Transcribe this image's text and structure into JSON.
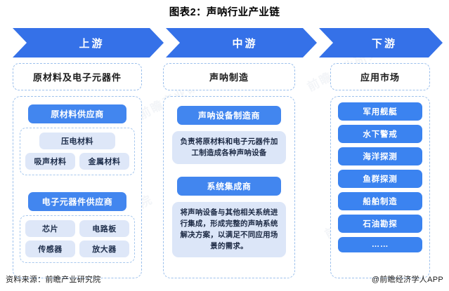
{
  "title": "图表2：声呐行业产业链",
  "banner": {
    "stages": [
      {
        "label": "上游"
      },
      {
        "label": "中游"
      },
      {
        "label": "下游"
      }
    ]
  },
  "upstream": {
    "header": "原材料及电子元器件",
    "groups": [
      {
        "title": "原材料供应商",
        "wide_item": "压电材料",
        "rows": [
          [
            "吸声材料",
            "金属材料"
          ]
        ]
      },
      {
        "title": "电子元器件供应商",
        "rows": [
          [
            "芯片",
            "电路板"
          ],
          [
            "传感器",
            "放大器"
          ]
        ]
      }
    ]
  },
  "midstream": {
    "header": "声呐制造",
    "blocks": [
      {
        "title": "声呐设备制造商",
        "desc": "负责将原材料和电子元器件加工制造成各种声呐设备"
      },
      {
        "title": "系统集成商",
        "desc": "将声呐设备与其他相关系统进行集成，形成完整的声呐系统解决方案，以满足不同应用场景的需求。"
      }
    ]
  },
  "downstream": {
    "header": "应用市场",
    "items": [
      "军用舰艇",
      "水下警戒",
      "海洋探测",
      "鱼群探测",
      "船舶制造",
      "石油勘探",
      "……"
    ]
  },
  "footer": {
    "source": "资料来源：前瞻产业研究院",
    "credit": "@前瞻经济学人APP"
  },
  "watermark": {
    "text": "前瞻产业研究院"
  },
  "colors": {
    "banner_blue": "#3571E8",
    "pill_blue": "#4286EF",
    "down_pill_blue": "#3B83F0",
    "chip_light": "#DEE7F8",
    "dash_border": "#9cc0ec"
  }
}
